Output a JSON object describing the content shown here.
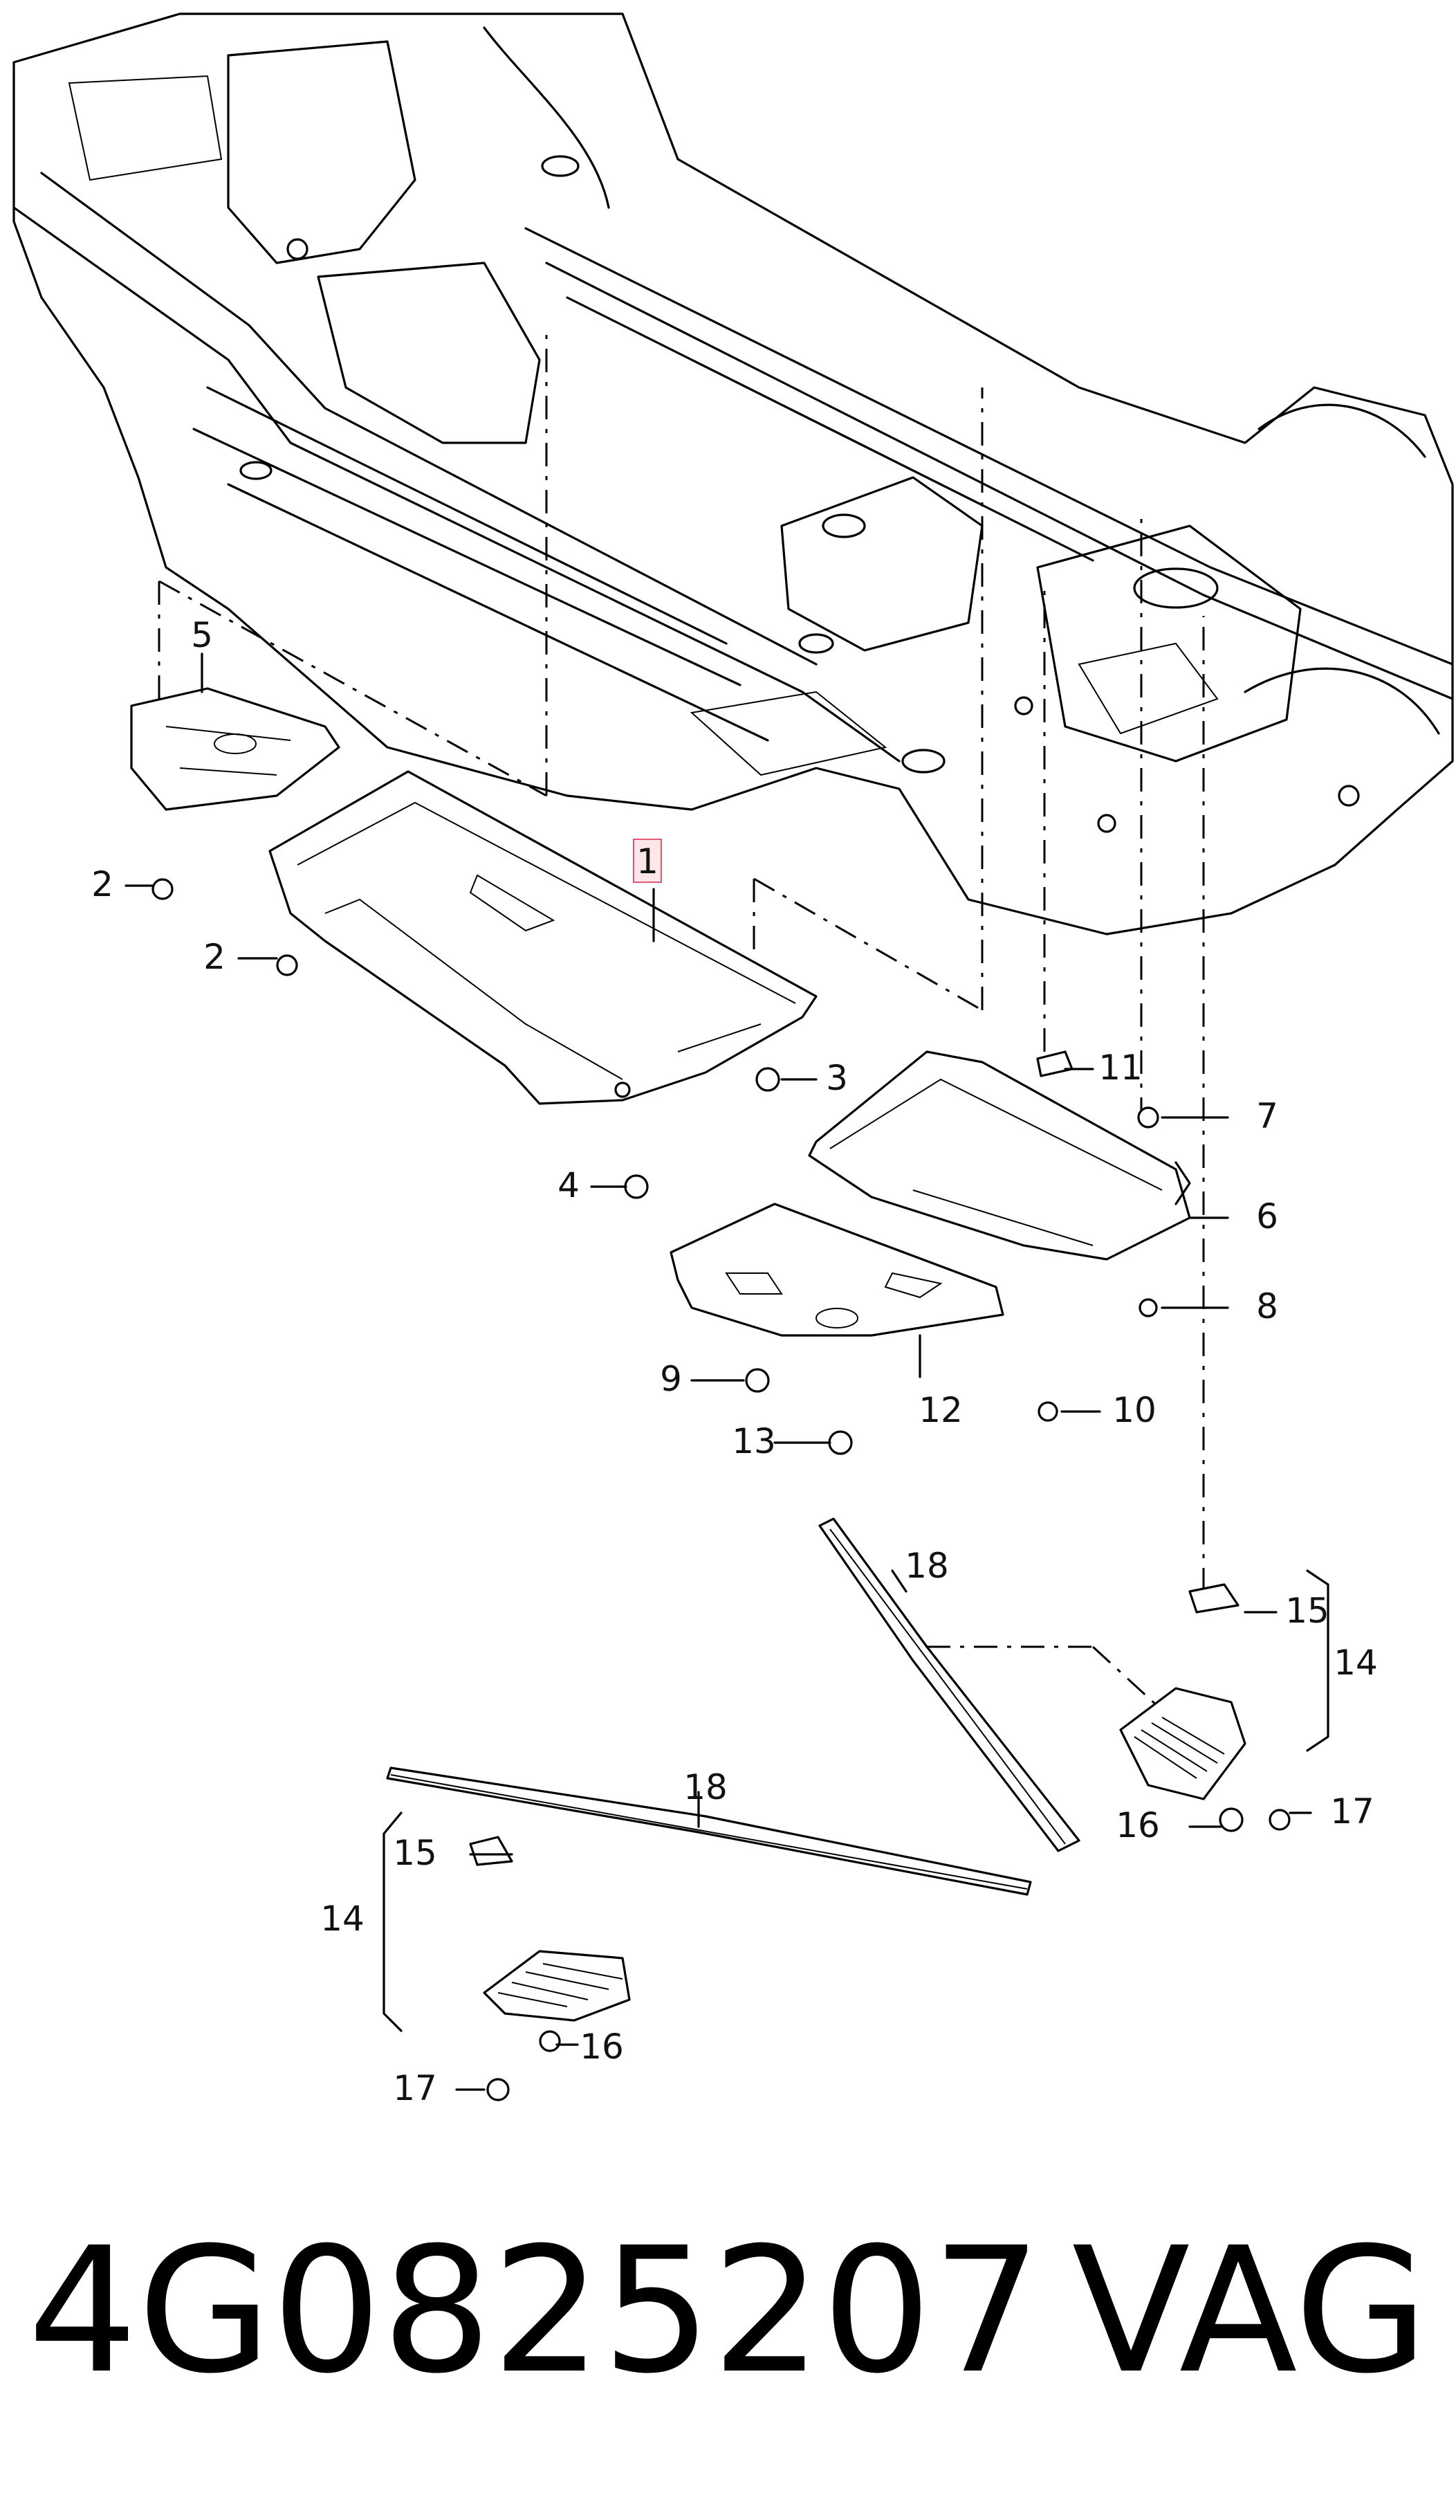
{
  "diagram": {
    "highlighted_callout": "1",
    "callouts": [
      {
        "id": "c1",
        "label": "1"
      },
      {
        "id": "c2a",
        "label": "2"
      },
      {
        "id": "c2b",
        "label": "2"
      },
      {
        "id": "c3",
        "label": "3"
      },
      {
        "id": "c4",
        "label": "4"
      },
      {
        "id": "c5",
        "label": "5"
      },
      {
        "id": "c6",
        "label": "6"
      },
      {
        "id": "c7",
        "label": "7"
      },
      {
        "id": "c8",
        "label": "8"
      },
      {
        "id": "c9",
        "label": "9"
      },
      {
        "id": "c10",
        "label": "10"
      },
      {
        "id": "c11",
        "label": "11"
      },
      {
        "id": "c12",
        "label": "12"
      },
      {
        "id": "c13",
        "label": "13"
      },
      {
        "id": "c14a",
        "label": "14"
      },
      {
        "id": "c14b",
        "label": "14"
      },
      {
        "id": "c15a",
        "label": "15"
      },
      {
        "id": "c15b",
        "label": "15"
      },
      {
        "id": "c16a",
        "label": "16"
      },
      {
        "id": "c16b",
        "label": "16"
      },
      {
        "id": "c17a",
        "label": "17"
      },
      {
        "id": "c17b",
        "label": "17"
      },
      {
        "id": "c18a",
        "label": "18"
      },
      {
        "id": "c18b",
        "label": "18"
      }
    ]
  },
  "footer": {
    "part_number": "4G0825207",
    "brand": "VAG"
  }
}
